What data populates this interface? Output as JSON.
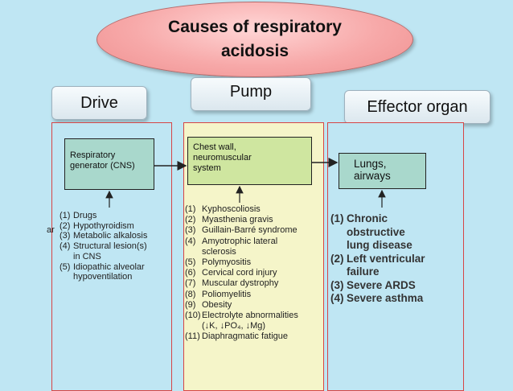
{
  "title": {
    "line1": "Causes of respiratory",
    "line2": "acidosis"
  },
  "columns": {
    "drive": "Drive",
    "pump": "Pump",
    "effector": "Effector organ"
  },
  "boxes": {
    "drive": [
      "Respiratory",
      "generator (CNS)"
    ],
    "pump": [
      "Chest wall,",
      "neuromuscular",
      "system"
    ],
    "effector": [
      "Lungs,",
      "airways"
    ]
  },
  "stray_text": "ar",
  "drive_causes": [
    {
      "num": "(1)",
      "lines": [
        "Drugs"
      ]
    },
    {
      "num": "(2)",
      "lines": [
        "Hypothyroidism"
      ]
    },
    {
      "num": "(3)",
      "lines": [
        "Metabolic alkalosis"
      ]
    },
    {
      "num": "(4)",
      "lines": [
        "Structural lesion(s)",
        "in CNS"
      ]
    },
    {
      "num": "(5)",
      "lines": [
        "Idiopathic alveolar",
        "hypoventilation"
      ]
    }
  ],
  "pump_causes": [
    {
      "num": "(1)",
      "lines": [
        "Kyphoscoliosis"
      ]
    },
    {
      "num": "(2)",
      "lines": [
        "Myasthenia gravis"
      ]
    },
    {
      "num": "(3)",
      "lines": [
        "Guillain-Barré syndrome"
      ]
    },
    {
      "num": "(4)",
      "lines": [
        "Amyotrophic lateral",
        "sclerosis"
      ]
    },
    {
      "num": "(5)",
      "lines": [
        "Polymyositis"
      ]
    },
    {
      "num": "(6)",
      "lines": [
        "Cervical cord injury"
      ]
    },
    {
      "num": "(7)",
      "lines": [
        "Muscular dystrophy"
      ]
    },
    {
      "num": "(8)",
      "lines": [
        "Poliomyelitis"
      ]
    },
    {
      "num": "(9)",
      "lines": [
        "Obesity"
      ]
    },
    {
      "num": "(10)",
      "lines": [
        "Electrolyte abnormalities",
        "(↓K, ↓PO₄, ↓Mg)"
      ]
    },
    {
      "num": "(11)",
      "lines": [
        "Diaphragmatic fatigue"
      ]
    }
  ],
  "effector_causes": [
    {
      "num": "(1)",
      "lines": [
        "Chronic",
        "obstructive",
        "lung disease"
      ]
    },
    {
      "num": "(2)",
      "lines": [
        "Left ventricular",
        "failure"
      ]
    },
    {
      "num": "(3)",
      "lines": [
        "Severe ARDS"
      ]
    },
    {
      "num": "(4)",
      "lines": [
        "Severe asthma"
      ]
    }
  ],
  "colors": {
    "background": "#bfe6f3",
    "title_oval": "#f7a9a9",
    "panel_border": "#d64545",
    "pump_panel": "#f5f5c9",
    "drive_box": "#a9d8cc",
    "pump_box": "#cfe6a0"
  }
}
